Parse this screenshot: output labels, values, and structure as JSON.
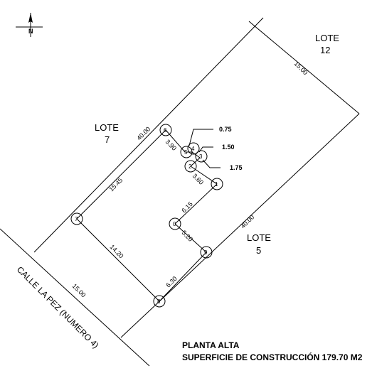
{
  "north": {
    "label": "N"
  },
  "lots": {
    "lote12": {
      "line1": "LOTE",
      "line2": "12"
    },
    "lote7": {
      "line1": "LOTE",
      "line2": "7"
    },
    "lote5": {
      "line1": "LOTE",
      "line2": "5"
    }
  },
  "street": {
    "name": "CALLE LA PEZ (NUMERO 4)"
  },
  "dimensions": {
    "top_right": "15.00",
    "left_upper": "40.00",
    "right_long": "40.00",
    "bottom": "15.00",
    "inner_left": "15.45",
    "diag": "14.20",
    "bottom_right": "6.30",
    "seg_390": "3.90",
    "seg_360": "3.60",
    "seg_615": "6.15",
    "seg_520": "5.20"
  },
  "annotations": {
    "a075": "0.75",
    "a150": "1.50",
    "a175": "1.75"
  },
  "vertices": {
    "v1": "1",
    "v2": "2",
    "v3": "3",
    "v4": "4",
    "v5": "5",
    "v6": "6",
    "v7": "7",
    "v8": "8",
    "v9": "9",
    "v0": "0"
  },
  "title": {
    "line1": "PLANTA ALTA",
    "line2": "SUPERFICIE DE CONSTRUCCIÓN 179.70 M2"
  }
}
